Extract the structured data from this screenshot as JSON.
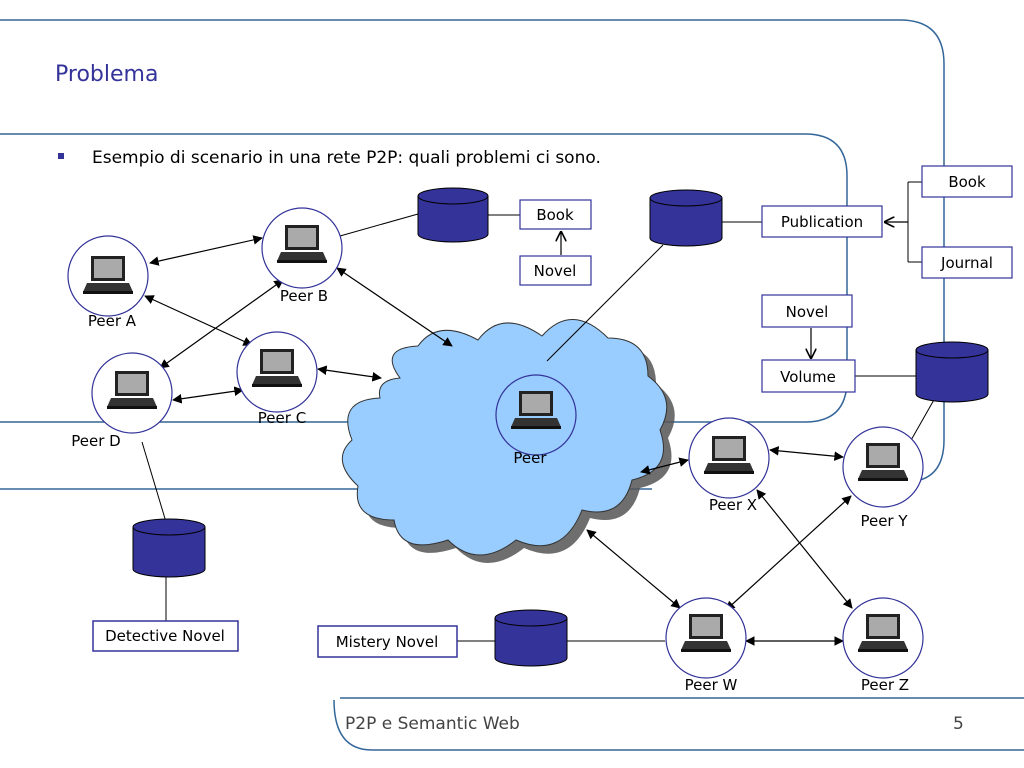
{
  "slide": {
    "title": "Problema",
    "bullet": "Esempio di scenario in una rete P2P: quali problemi ci sono.",
    "footer": "P2P e Semantic Web",
    "page_number": "5"
  },
  "colors": {
    "accent": "#333399",
    "cylinder": "#333399",
    "cloud": "#99ccff",
    "frame_line": "#336699"
  },
  "peers": {
    "peer_a": "Peer A",
    "peer_b": "Peer B",
    "peer_c": "Peer C",
    "peer_d": "Peer D",
    "peer_cloud": "Peer",
    "peer_x": "Peer X",
    "peer_y": "Peer Y",
    "peer_w": "Peer W",
    "peer_z": "Peer Z"
  },
  "boxes": {
    "book_top": "Book",
    "novel_top": "Novel",
    "publication": "Publication",
    "book_right": "Book",
    "journal": "Journal",
    "novel_right": "Novel",
    "volume": "Volume",
    "detective_novel": "Detective Novel",
    "mistery_novel": "Mistery Novel"
  }
}
